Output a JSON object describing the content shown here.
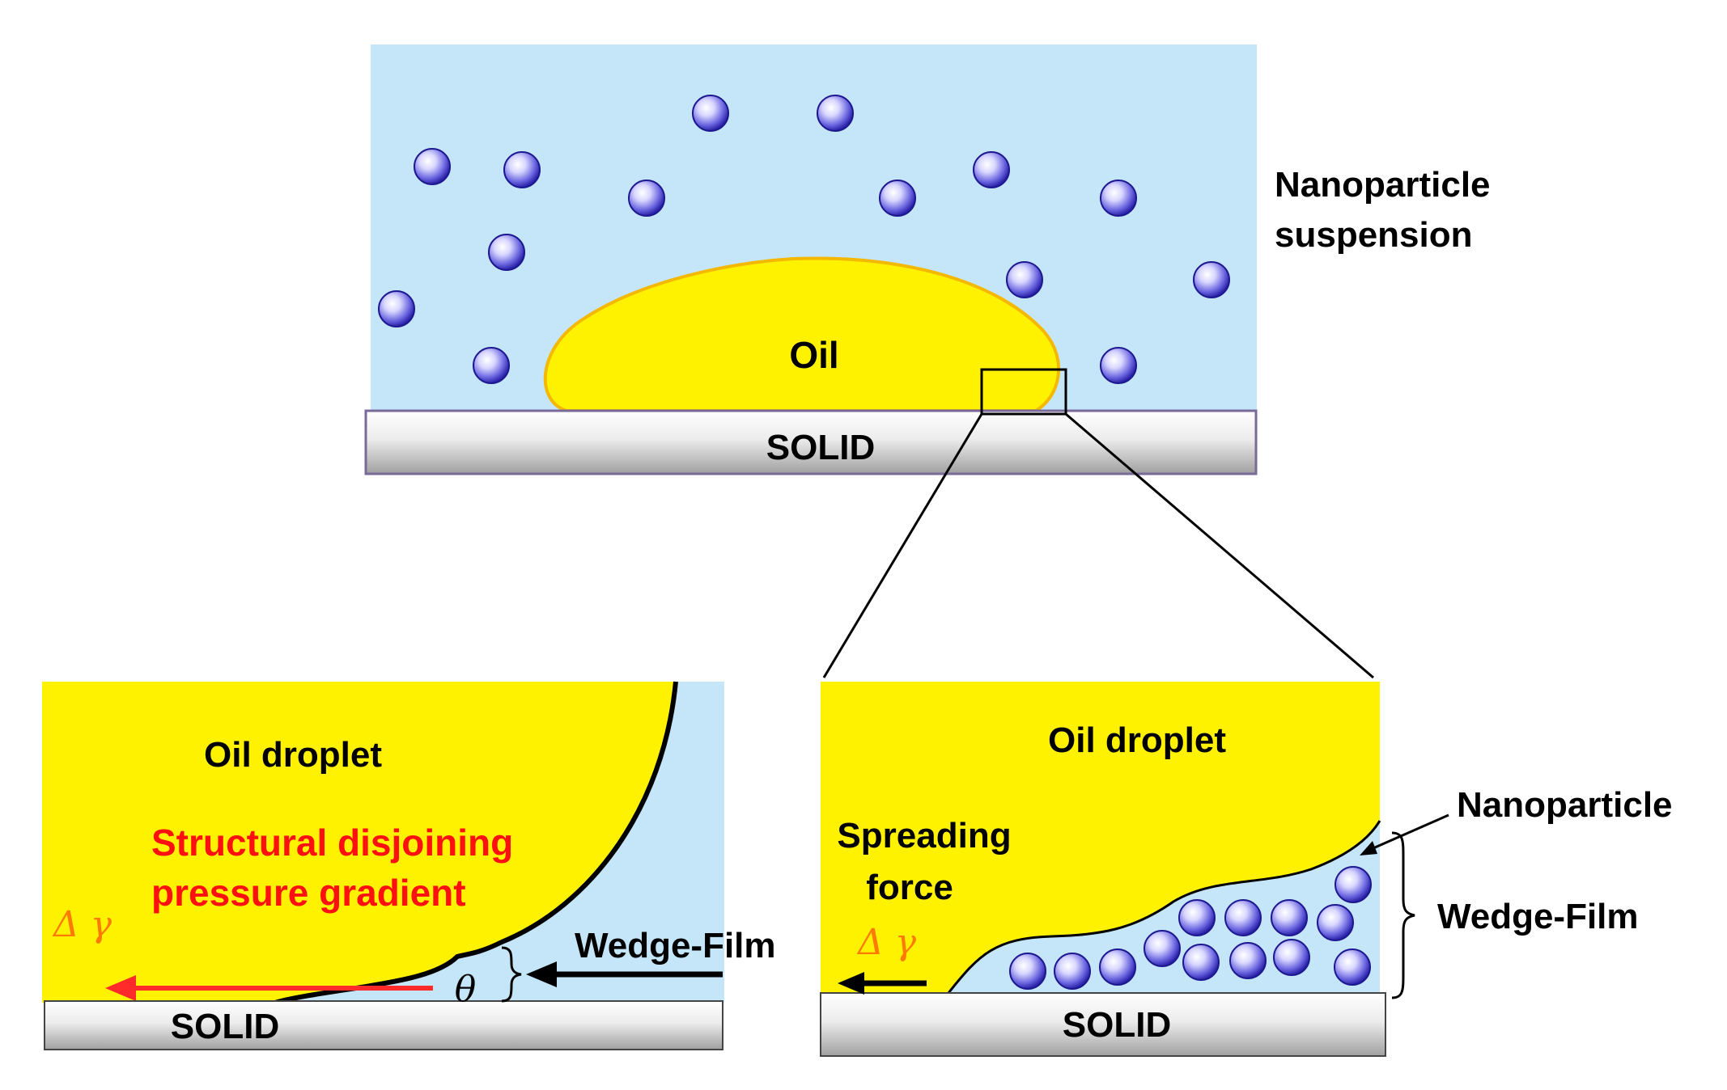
{
  "labels": {
    "nanoparticle_suspension_line1": "Nanoparticle",
    "nanoparticle_suspension_line2": "suspension",
    "oil": "Oil",
    "solid_top": "SOLID",
    "solid_left": "SOLID",
    "solid_right": "SOLID",
    "oil_droplet_left": "Oil droplet",
    "oil_droplet_right": "Oil droplet",
    "structural_line1": "Structural disjoining",
    "structural_line2": "pressure gradient",
    "delta_gamma_left": "Δ γ",
    "delta_gamma_right": "Δ γ",
    "wedge_film_left": "Wedge-Film",
    "wedge_film_right": "Wedge-Film",
    "theta": "θ",
    "spreading_line1": "Spreading",
    "spreading_line2": "force",
    "nanoparticle": "Nanoparticle"
  },
  "colors": {
    "liquid": "#c5e6f8",
    "oil": "#fff200",
    "oil_edge": "#f5b800",
    "particle": "#4a48d8",
    "red_text": "#ff1010",
    "arrow_red": "#ff2a2a",
    "orange_text": "#ff7a00",
    "solid_light": "#ffffff",
    "solid_dark": "#a8a8a8"
  },
  "icons": {
    "nanoparticle": "sphere-icon",
    "arrow": "arrow-left-icon",
    "brace": "curly-brace-icon"
  }
}
